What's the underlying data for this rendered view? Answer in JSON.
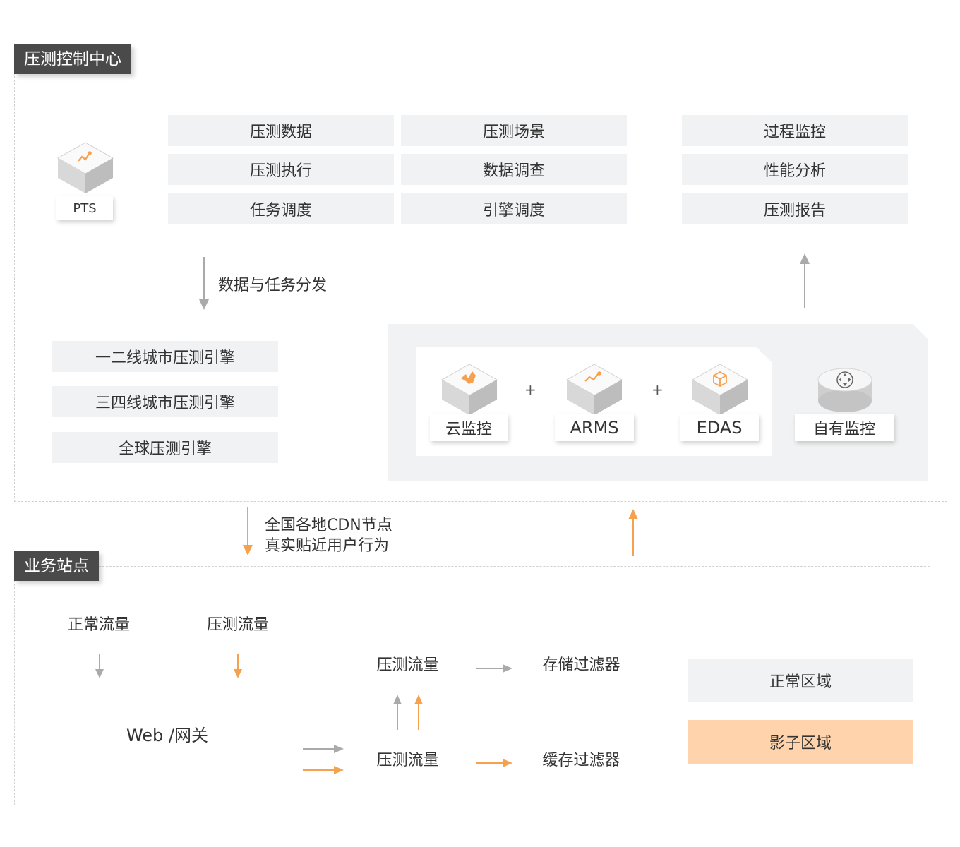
{
  "control_center": {
    "title": "压测控制中心",
    "pts_label": "PTS",
    "functions": [
      [
        "压测数据",
        "压测场景"
      ],
      [
        "压测执行",
        "数据调查"
      ],
      [
        "任务调度",
        "引擎调度"
      ]
    ],
    "analysis": [
      "过程监控",
      "性能分析",
      "压测报告"
    ],
    "dispatch_label": "数据与任务分发",
    "engines": [
      "一二线城市压测引擎",
      "三四线城市压测引擎",
      "全球压测引擎"
    ],
    "monitors": {
      "cloud": "云监控",
      "arms": "ARMS",
      "edas": "EDAS",
      "self": "自有监控",
      "plus": "+"
    }
  },
  "cdn_label": {
    "line1": "全国各地CDN节点",
    "line2": "真实贴近用户行为"
  },
  "business_site": {
    "title": "业务站点",
    "normal_traffic": "正常流量",
    "test_traffic": "压测流量",
    "gateway": "Web /网关",
    "test_traffic_top": "压测流量",
    "test_traffic_bottom": "压测流量",
    "storage_filter": "存储过滤器",
    "cache_filter": "缓存过滤器",
    "normal_zone": "正常区域",
    "shadow_zone": "影子区域"
  },
  "colors": {
    "orange": "#f5a14d",
    "gray_arrow": "#aaaaaa",
    "chip": "#f0f2f3",
    "shadow_zone": "#ffd3ab",
    "title_bg": "#4a4a4a"
  }
}
